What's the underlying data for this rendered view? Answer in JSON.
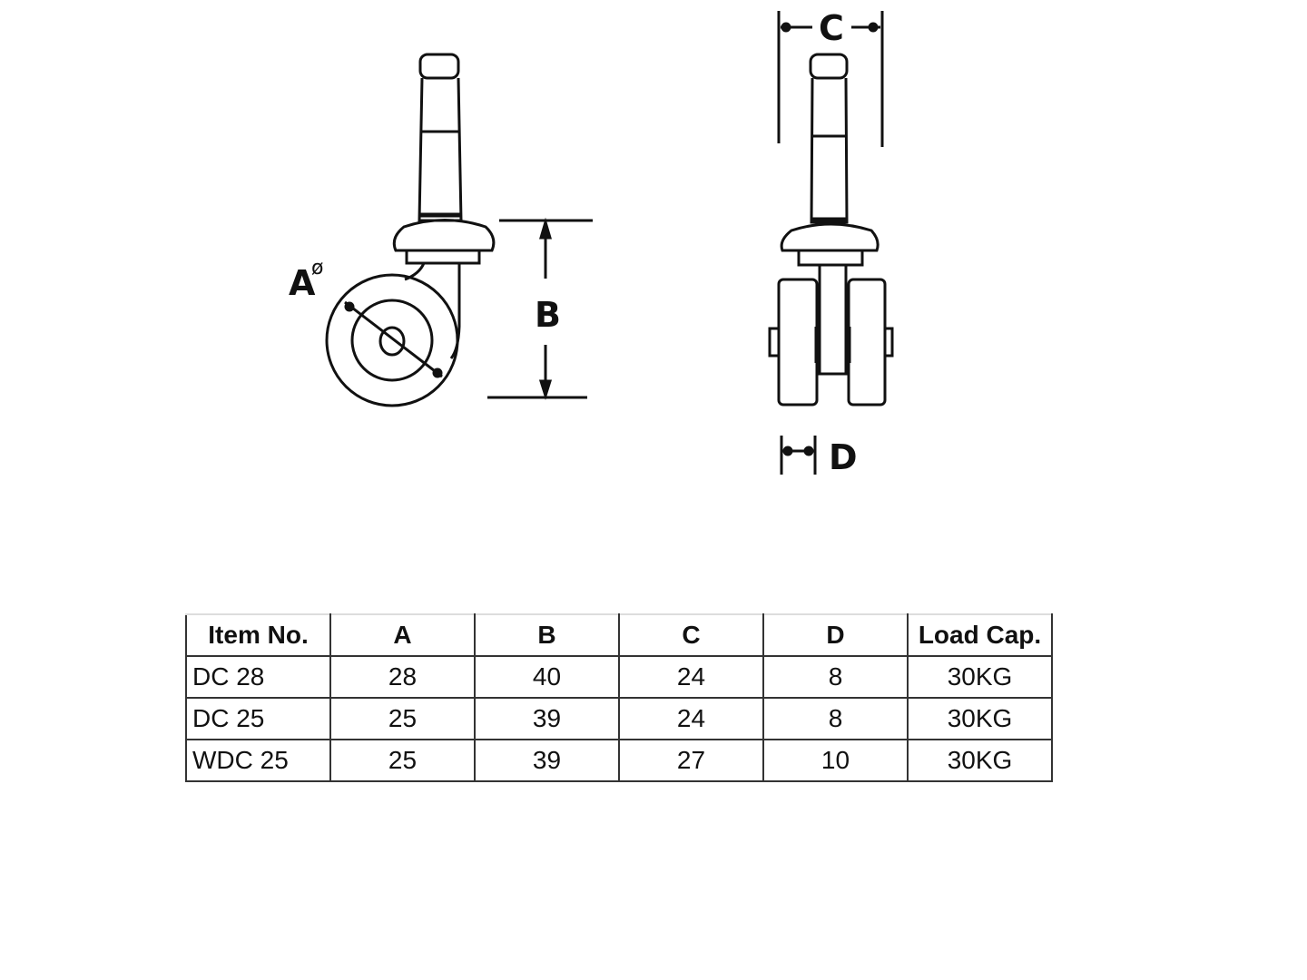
{
  "diagram": {
    "labels": {
      "A": "A",
      "diameter_symbol": "ø",
      "B": "B",
      "C": "C",
      "D": "D"
    }
  },
  "table": {
    "headers": [
      "Item No.",
      "A",
      "B",
      "C",
      "D",
      "Load Cap."
    ],
    "rows": [
      [
        "DC 28",
        "28",
        "40",
        "24",
        "8",
        "30KG"
      ],
      [
        "DC 25",
        "25",
        "39",
        "24",
        "8",
        "30KG"
      ],
      [
        "WDC 25",
        "25",
        "39",
        "27",
        "10",
        "30KG"
      ]
    ]
  }
}
